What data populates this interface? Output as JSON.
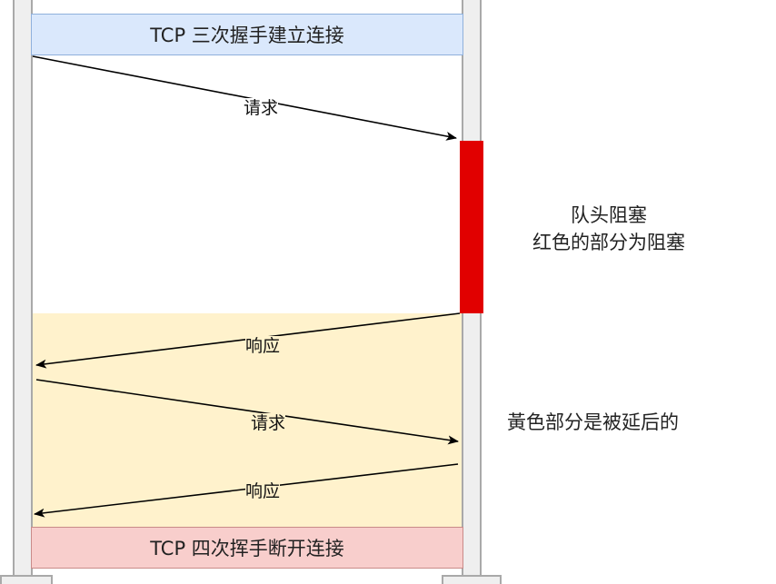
{
  "banners": {
    "top": "TCP 三次握手建立连接",
    "bottom": "TCP 四次挥手断开连接"
  },
  "messages": [
    {
      "label": "请求",
      "direction": "client-to-server"
    },
    {
      "label": "响应",
      "direction": "server-to-client"
    },
    {
      "label": "请求",
      "direction": "client-to-server"
    },
    {
      "label": "响应",
      "direction": "server-to-client"
    }
  ],
  "notes": {
    "blocking_title": "队头阻塞",
    "blocking_desc": "红色的部分为阻塞",
    "delayed_desc": "黃色部分是被延后的"
  },
  "colors": {
    "top_banner": "#dae8fc",
    "bottom_banner": "#f8cecc",
    "delayed_region": "#fff2cc",
    "blocking_block": "#e10000"
  }
}
